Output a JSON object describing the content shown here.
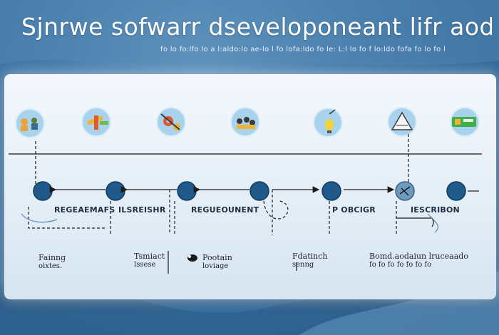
{
  "title": "Sjnrwe sofwarr dseveloponeant lifr aodls",
  "subtitle": "fo lo fo:lfo lo a l:aldo:lo ae-lo l fo lofa:ldo fo le: L:l lo fo f lo:ldo fofa fo lo fo l",
  "icons": [
    {
      "name": "planning-people-icon",
      "color": "#e8a33a"
    },
    {
      "name": "tools-icon",
      "color": "#f0b232"
    },
    {
      "name": "gears-icon",
      "color": "#e0582a"
    },
    {
      "name": "team-icon",
      "color": "#3b3b3b"
    },
    {
      "name": "lightbulb-icon",
      "color": "#f2d43a"
    },
    {
      "name": "pyramid-icon",
      "color": "#f4f4f4"
    },
    {
      "name": "devices-icon",
      "color": "#3fae4d"
    }
  ],
  "stages": [
    {
      "label": "REGEAEMAFS"
    },
    {
      "label": "ILSREISHR"
    },
    {
      "label": "REGUEOUNENT"
    },
    {
      "label": "P OBCIGR"
    },
    {
      "label": "IESCRIBON"
    }
  ],
  "tasks": [
    {
      "line1": "Fainng",
      "line2": "oixtes."
    },
    {
      "line1": "Tsmiact",
      "line2": "lssese"
    },
    {
      "line1": "Pootain",
      "line2": "loviage"
    },
    {
      "line1": "Fdatinch",
      "line2": "senng"
    },
    {
      "line1": "Bomd.aodaiun lruceaado",
      "line2": "fo fo fo fo fo fo fo"
    }
  ],
  "colors": {
    "node": "#1f5a8a",
    "line": "#1b1b1b",
    "panel": "#e8f0f7",
    "icon_ring": "#a9d3ec"
  }
}
